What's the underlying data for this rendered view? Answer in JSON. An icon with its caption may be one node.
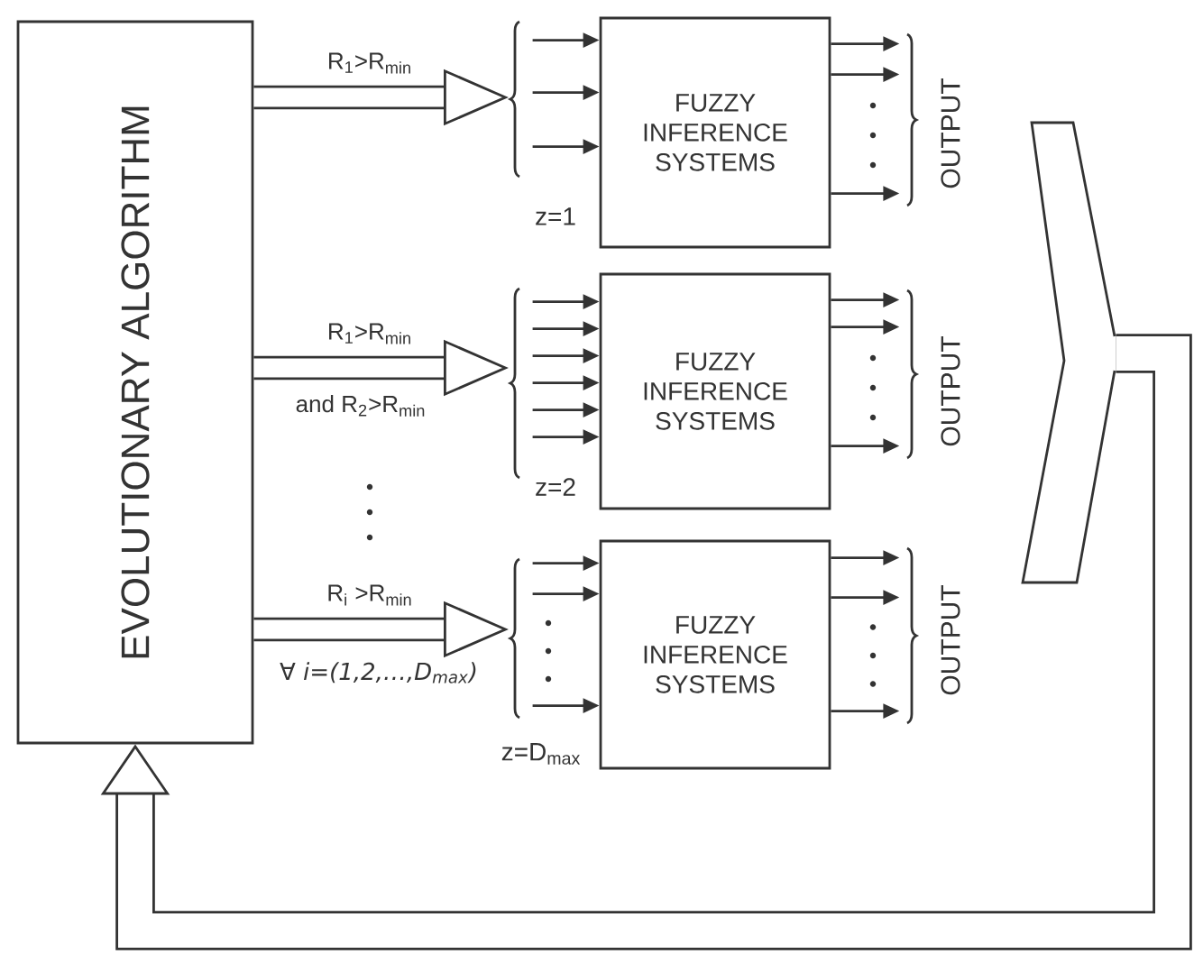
{
  "diagram": {
    "nodes": [
      {
        "text": [
          "EVOLUTIONARY ALGORITHM"
        ]
      },
      {
        "text": [
          "FUZZY INFERENCE SYSTEMS"
        ],
        "beside": [
          "z=1"
        ]
      },
      {
        "text": [
          "FUZZY INFERENCE SYSTEMS"
        ],
        "beside": [
          "z=2"
        ]
      },
      {
        "text": [
          "FUZZY INFERENCE SYSTEMS"
        ],
        "beside": [
          "z=D$_{max}$"
        ]
      },
      {
        "text": [],
        "shape": "chevron"
      }
    ],
    "edges": [
      {
        "from": 0,
        "to": null,
        "arrow": "to",
        "style": "thick",
        "label": "R$_{1}$>R$_{min}$"
      },
      {
        "from": 0,
        "to": null,
        "arrow": "to",
        "style": "thick",
        "label": "R$_{1}$>R$_{min}$"
      },
      {
        "from": 0,
        "to": null,
        "arrow": "to",
        "style": "thick",
        "label": "R$_{i}$ >R$_{min}$"
      },
      {
        "from": 4,
        "to": 0,
        "arrow": "to",
        "style": "thick"
      },
      {
        "from": null,
        "to": 1,
        "arrow": "to"
      },
      {
        "from": null,
        "to": 1,
        "arrow": "to"
      },
      {
        "from": null,
        "to": 1,
        "arrow": "to"
      },
      {
        "from": null,
        "to": 2,
        "arrow": "to"
      },
      {
        "from": null,
        "to": 2,
        "arrow": "to"
      },
      {
        "from": null,
        "to": 2,
        "arrow": "to"
      },
      {
        "from": null,
        "to": 2,
        "arrow": "to"
      },
      {
        "from": null,
        "to": 2,
        "arrow": "to"
      },
      {
        "from": null,
        "to": 2,
        "arrow": "to"
      },
      {
        "from": null,
        "to": 3,
        "arrow": "to"
      },
      {
        "from": null,
        "to": 3,
        "arrow": "to"
      },
      {
        "from": null,
        "to": 3,
        "arrow": "to"
      },
      {
        "from": 1,
        "to": null,
        "arrow": "to"
      },
      {
        "from": 1,
        "to": null,
        "arrow": "to"
      },
      {
        "from": 1,
        "to": null,
        "arrow": "to"
      },
      {
        "from": 2,
        "to": null,
        "arrow": "to"
      },
      {
        "from": 2,
        "to": null,
        "arrow": "to"
      },
      {
        "from": 2,
        "to": null,
        "arrow": "to"
      },
      {
        "from": 3,
        "to": null,
        "arrow": "to"
      },
      {
        "from": 3,
        "to": null,
        "arrow": "to"
      },
      {
        "from": 3,
        "to": null,
        "arrow": "to"
      }
    ],
    "labels": [
      "and R$_{2}$>R$_{min}$",
      "∀ i=(1,2,…,D$_{max}$)",
      "OUTPUT",
      "OUTPUT",
      "OUTPUT"
    ]
  }
}
